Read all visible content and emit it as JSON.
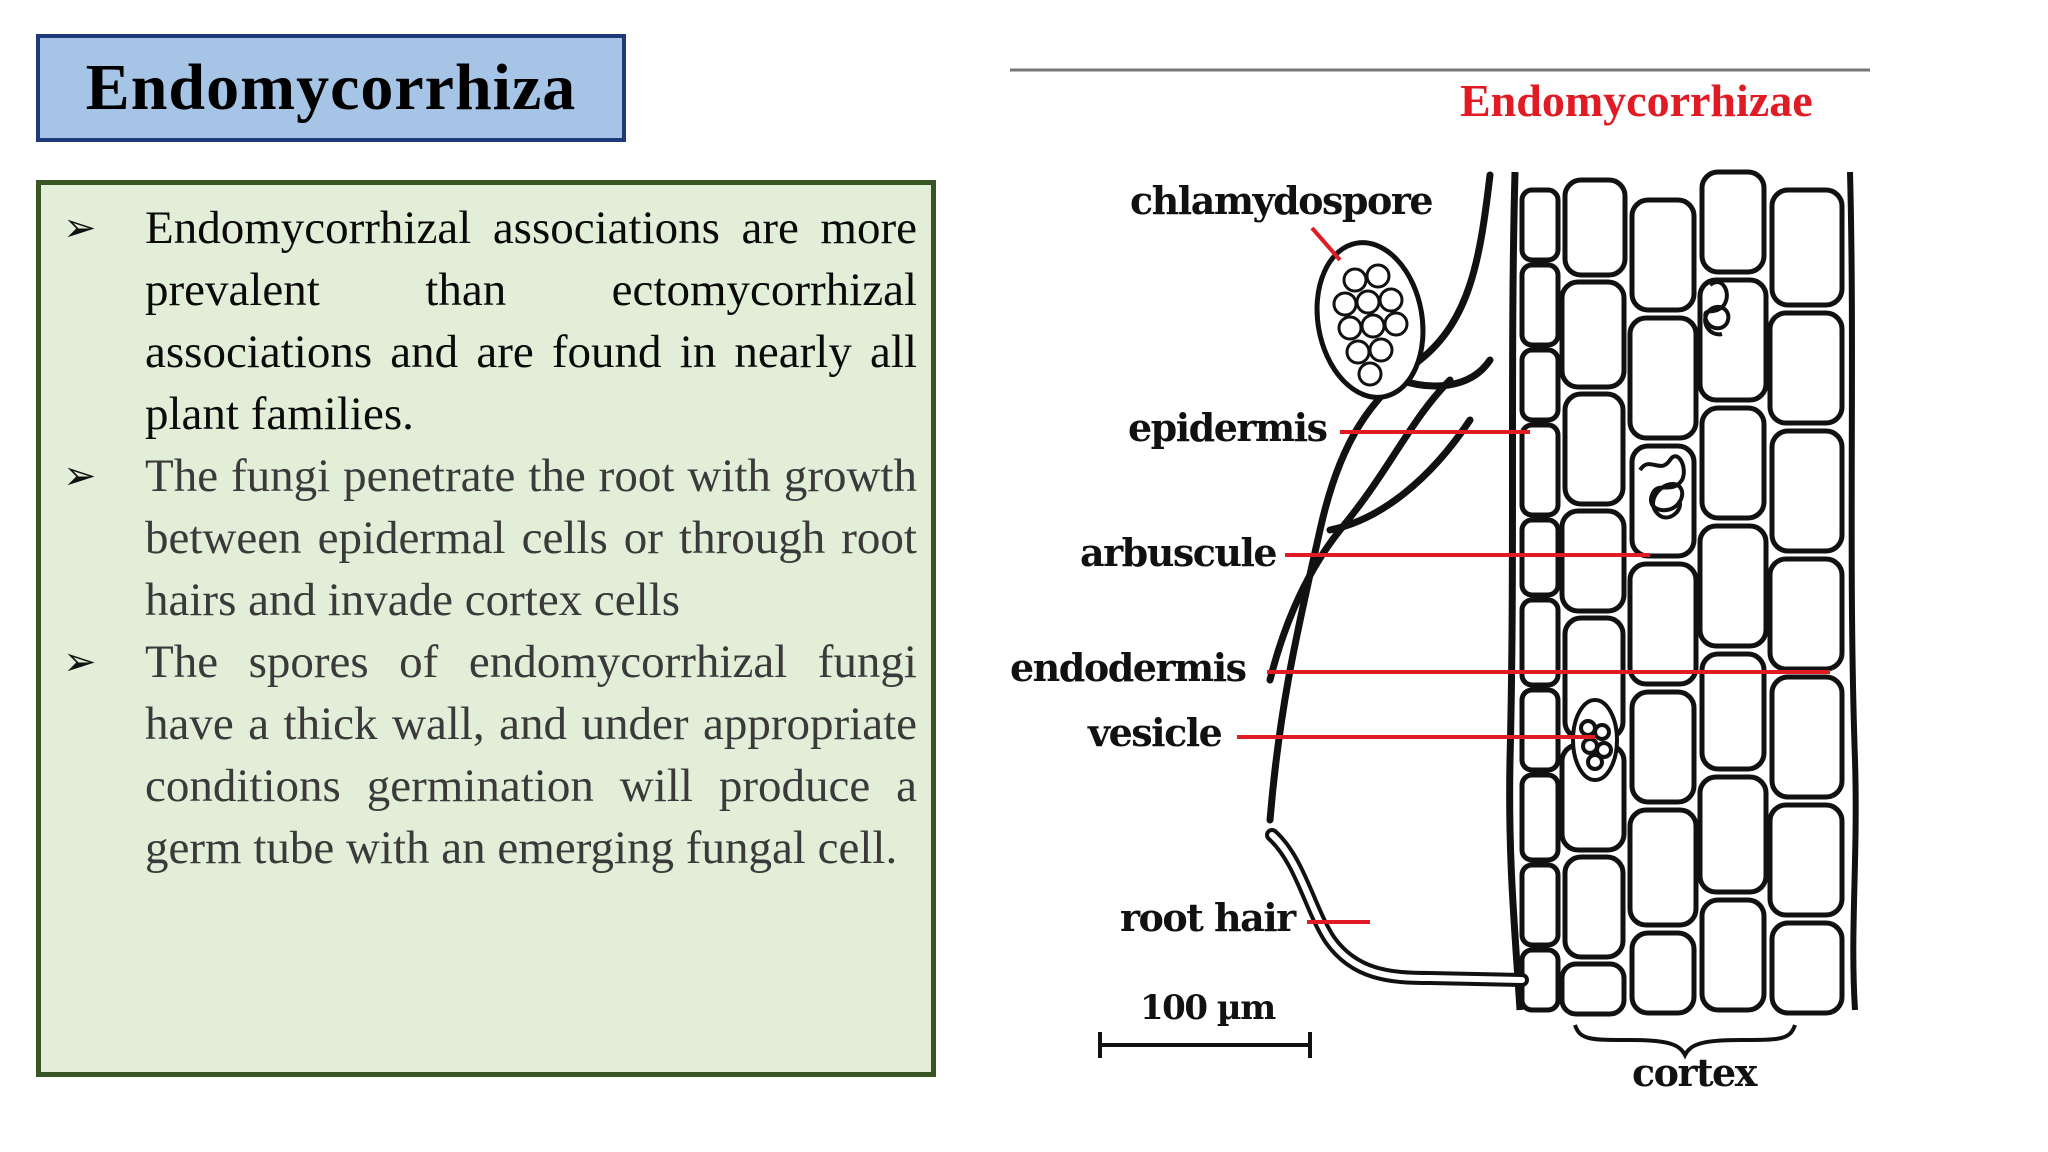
{
  "title": "Endomycorrhiza",
  "bullets": [
    {
      "marker": "➢",
      "text": "Endomycorrhizal associations are more prevalent than ectomycorrhizal associations and are found in nearly all plant families."
    },
    {
      "marker": "➢",
      "text": "The fungi penetrate the root with growth between epidermal cells or through root hairs and invade cortex cells"
    },
    {
      "marker": "➢",
      "text": "The spores of endomycorrhizal fungi have a thick wall, and under appropriate conditions germination will produce a germ tube with an emerging fungal cell."
    }
  ],
  "figure": {
    "title": "Endomycorrhizae",
    "labels": {
      "chlamydospore": "chlamydospore",
      "epidermis": "epidermis",
      "arbuscule": "arbuscule",
      "endodermis": "endodermis",
      "vesicle": "vesicle",
      "root_hair": "root hair",
      "scale": "100 µm",
      "cortex": "cortex"
    },
    "colors": {
      "title": "#e01b24",
      "pointer_lines": "#e01b24"
    }
  },
  "colors": {
    "title_bg": "#a6c4e6",
    "title_border": "#1f3a7a",
    "content_bg": "#e2eed8",
    "content_border": "#375623"
  }
}
